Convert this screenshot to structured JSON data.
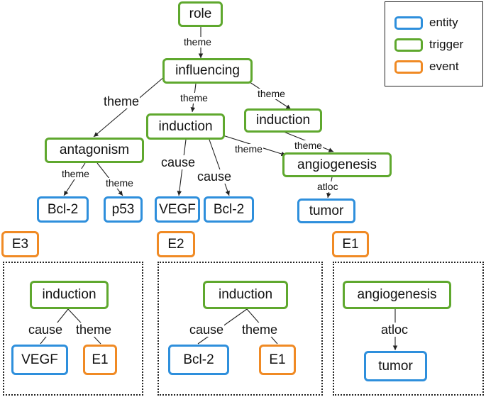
{
  "colors": {
    "entity": "#2e8fdc",
    "trigger": "#5fa82e",
    "event": "#f08a24"
  },
  "legend": {
    "entity": "entity",
    "trigger": "trigger",
    "event": "event"
  },
  "tree": {
    "role": "role",
    "influencing": "influencing",
    "induction_a": "induction",
    "induction_b": "induction",
    "antagonism": "antagonism",
    "angiogenesis": "angiogenesis",
    "bcl2_a": "Bcl-2",
    "p53": "p53",
    "vegf": "VEGF",
    "bcl2_b": "Bcl-2",
    "tumor": "tumor"
  },
  "edge_labels": {
    "role_influencing": "theme",
    "influencing_antagonism": "theme",
    "influencing_induction_a": "theme",
    "influencing_induction_b": "theme",
    "antagonism_bcl2": "theme",
    "antagonism_p53": "theme",
    "induction_vegf": "cause",
    "induction_bcl2": "cause",
    "induction_angiogenesis": "theme",
    "induction_b_angiogenesis": "theme",
    "angiogenesis_tumor": "atloc"
  },
  "events": {
    "e3": {
      "tag": "E3",
      "trigger": "induction",
      "left": "VEGF",
      "right": "E1",
      "left_label": "cause",
      "right_label": "theme"
    },
    "e2": {
      "tag": "E2",
      "trigger": "induction",
      "left": "Bcl-2",
      "right": "E1",
      "left_label": "cause",
      "right_label": "theme"
    },
    "e1": {
      "tag": "E1",
      "trigger": "angiogenesis",
      "child": "tumor",
      "child_label": "atloc"
    }
  }
}
